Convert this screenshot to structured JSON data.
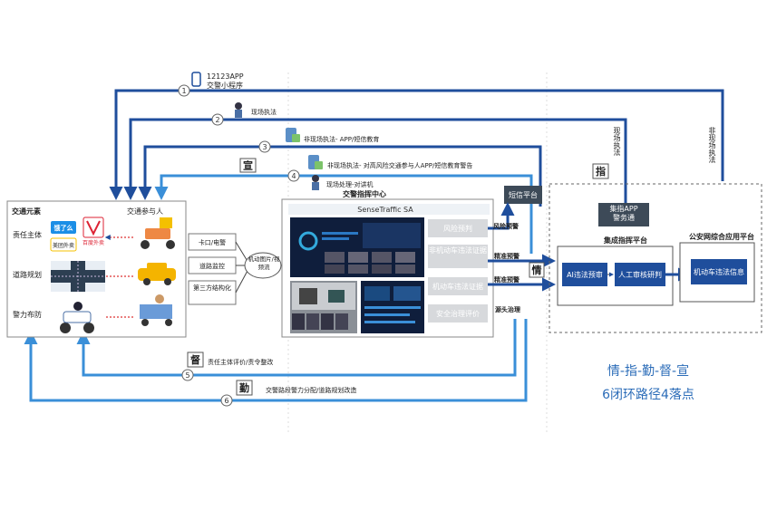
{
  "app": {
    "label_12123": "12123APP",
    "label_miniprogram": "交警小程序",
    "onsite_enforcement": "现场执法",
    "non_onsite_app_sms": "非现场执法- APP/短信教育",
    "xuan": "宣",
    "non_onsite_risk_warning": "非现场执法- 对高风险交通参与人APP/短信教育警告",
    "onsite_handling": "现场处理-对讲机",
    "sms_platform": "短信平台",
    "zhi": "指",
    "onsite_enforcement_vertical": "现场执法",
    "non_onsite_enforcement_vertical": "非现场执法",
    "qing": "情",
    "du": "督",
    "qin": "勤",
    "responsibility_eval": "责任主体评价/责令整改",
    "police_allocation": "交警路段警力分配/道路规划改造",
    "motto_line1": "情-指-勤-督-宣",
    "motto_line2": "6闭环路径4落点",
    "circles": [
      "1",
      "2",
      "3",
      "4",
      "5",
      "6"
    ]
  },
  "left_panel": {
    "title": "交通元素",
    "participants": "交通参与人",
    "row1_label": "责任主体",
    "row2_label": "道路规划",
    "row3_label": "警力布防",
    "logo_eleme": "饿了么",
    "logo_meituan": "美团外卖",
    "logo_baidu": "百度外卖"
  },
  "sources": {
    "checkpoint": "卡口/电警",
    "road_monitor": "道路监控",
    "third_party": "第三方结构化",
    "vehicle_pic": "机动图片/视频流"
  },
  "command_center": {
    "title": "交警指挥中心",
    "product": "SenseTraffic  SA",
    "risk_forecast": "风险预判",
    "non_motor_evidence": "非机动车违法证据",
    "motor_evidence": "机动车违法证据",
    "safety_eval": "安全治理评价"
  },
  "flows": {
    "risk_warning": "风险预警",
    "precise_warning_1": "精准预警",
    "precise_warning_2": "精准预警",
    "source_governance": "源头治理"
  },
  "integrated_platform": {
    "title": "集成指挥平台",
    "jizhi_app": "集指APP\n警务通",
    "ai_review": "AI违法预审",
    "manual_review": "人工审核研判"
  },
  "public_security": {
    "title": "公安网综合应用平台",
    "motor_violation_info": "机动车违法信息"
  },
  "colors": {
    "dark_blue": "#1f4e9c",
    "light_blue": "#3a8fd8",
    "motto": "#2b6cb8",
    "dashboard_bg": "#0f1e3c"
  }
}
